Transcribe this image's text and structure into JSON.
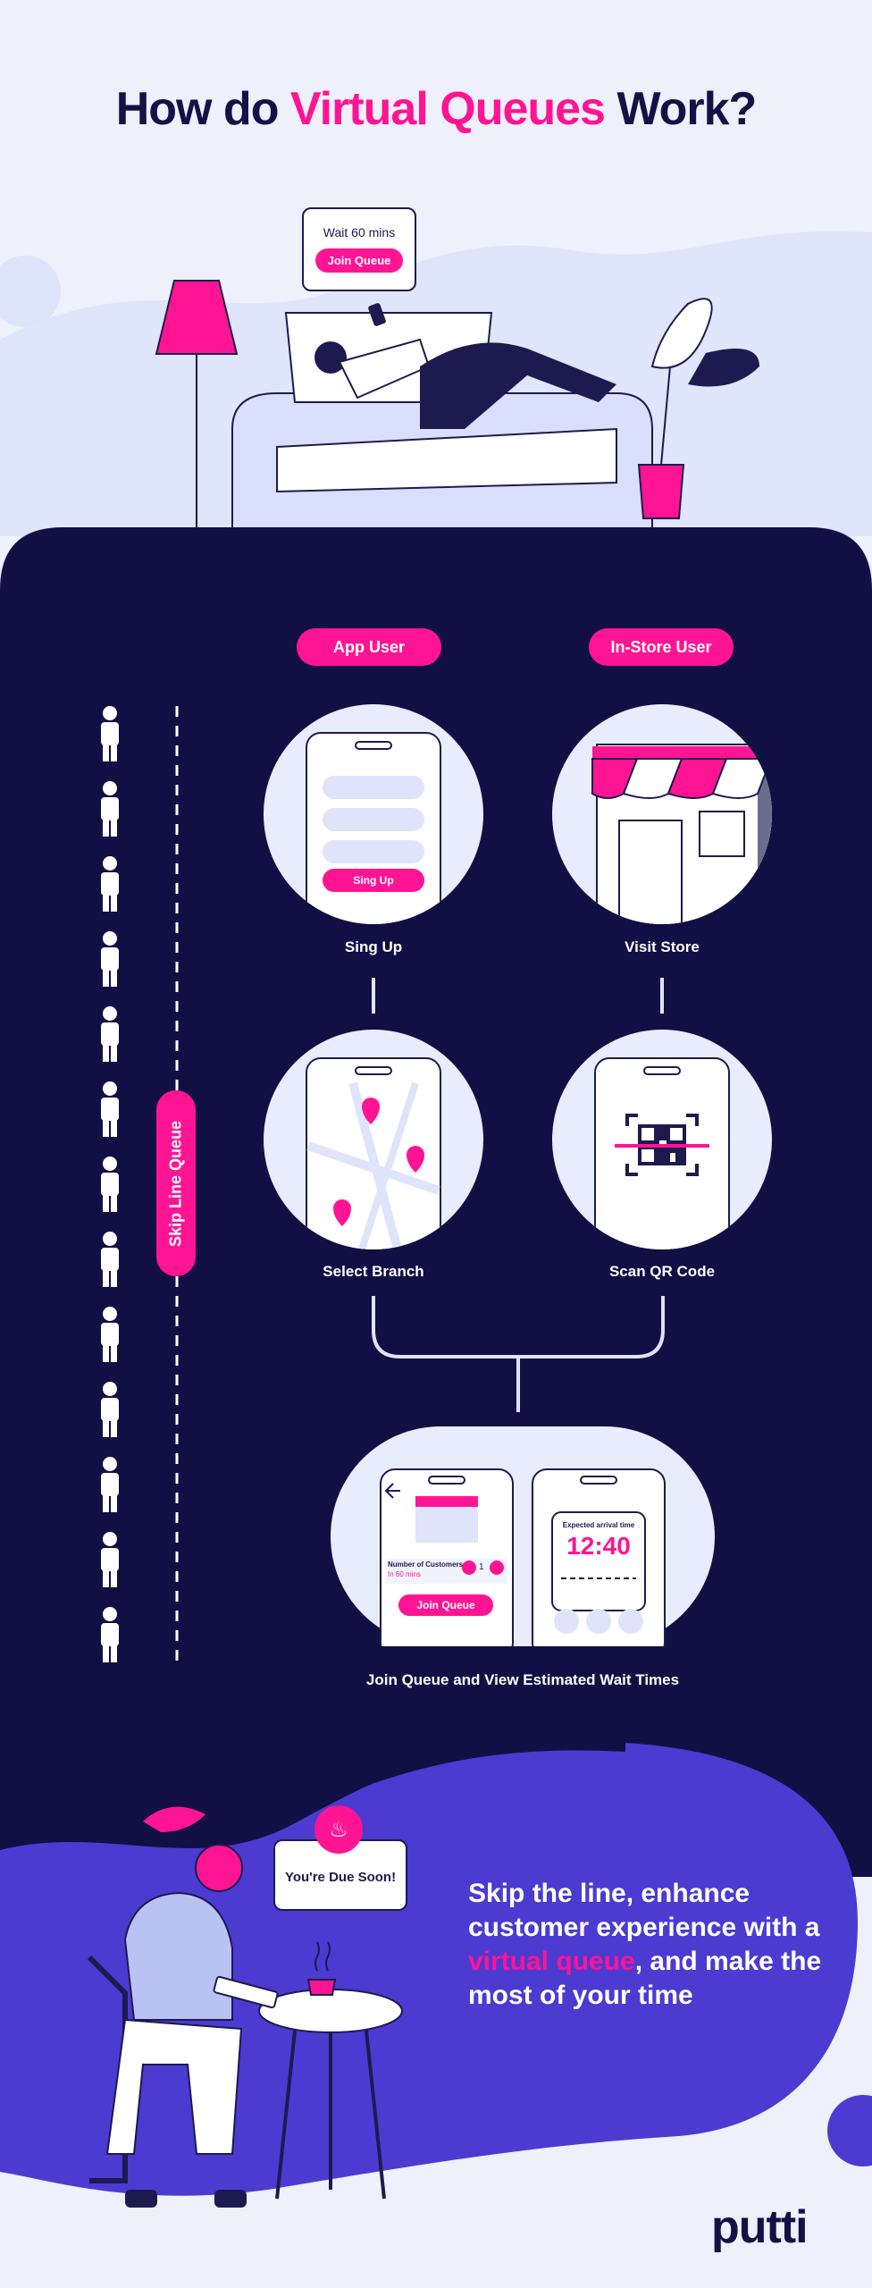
{
  "title": {
    "part1": "How do",
    "highlight": "Virtual Queues",
    "part2": "Work?"
  },
  "hero_bubble": {
    "text": "Wait 60 mins",
    "button": "Join Queue"
  },
  "columns": {
    "app_user": "App User",
    "in_store_user": "In-Store User"
  },
  "steps": {
    "sign_up": {
      "label": "Sing Up",
      "button": "Sing Up"
    },
    "visit_store": {
      "label": "Visit Store"
    },
    "select_branch": {
      "label": "Select Branch"
    },
    "scan_qr": {
      "label": "Scan QR Code"
    },
    "join_queue": {
      "label": "Join Queue and View Estimated Wait Times",
      "customers_label": "Number of Customers",
      "wait_label": "In 60 mins",
      "count": "1",
      "button": "Join Queue",
      "arrival_label": "Expected arrival time",
      "arrival_time": "12:40"
    }
  },
  "skip_line": "Skip Line Queue",
  "notification": "You're Due Soon!",
  "tagline": {
    "part1": "Skip the line, enhance customer experience with a",
    "highlight": "virtual queue",
    "part2": ", and make the most of your time"
  },
  "logo": "putti",
  "colors": {
    "navy": "#120f44",
    "pink": "#ff1493",
    "purple": "#4b3bd1",
    "bg": "#eef0fb"
  }
}
